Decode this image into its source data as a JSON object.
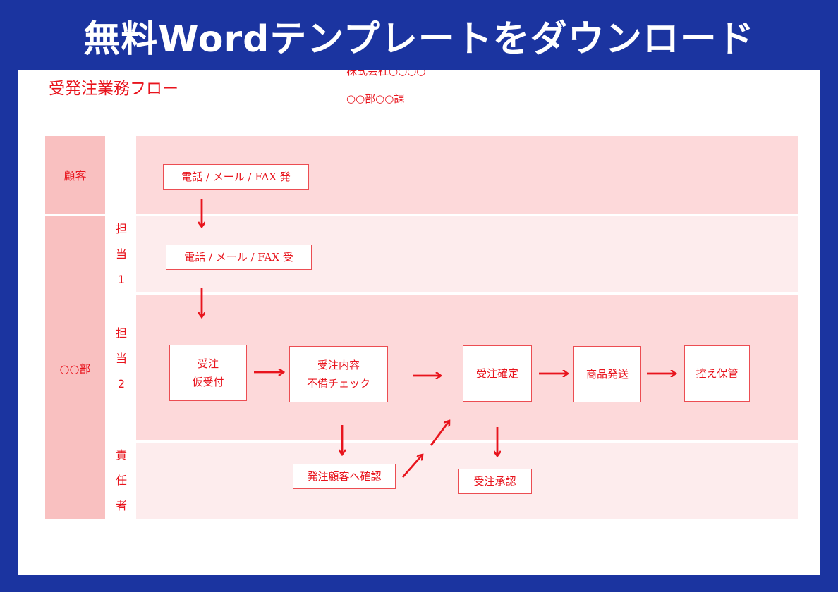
{
  "banner": {
    "title": "無料Wordテンプレートをダウンロード"
  },
  "document": {
    "title": "受発注業務フロー",
    "company": "株式会社○○○○",
    "department": "○○部○○課"
  },
  "lanes": {
    "customer": "顧客",
    "department": "○○部",
    "staff1": [
      "担",
      "当",
      "1"
    ],
    "staff2": [
      "担",
      "当",
      "2"
    ],
    "manager": [
      "責",
      "任",
      "者"
    ]
  },
  "steps": {
    "customer_send": "電話 / メール / FAX 発",
    "staff1_receive": "電話 / メール / FAX 受",
    "provisional": "受注\n仮受付",
    "check": "受注内容\n不備チェック",
    "confirm_order": "受注確定",
    "ship": "商品発送",
    "archive": "控え保管",
    "customer_confirm": "発注顧客へ確認",
    "approval": "受注承認"
  },
  "colors": {
    "accent": "#e8141d",
    "banner_bg": "#1b34a0",
    "lane_head": "#f9c0c0",
    "band_deep": "#fdd9da",
    "band_light": "#fdeced"
  }
}
